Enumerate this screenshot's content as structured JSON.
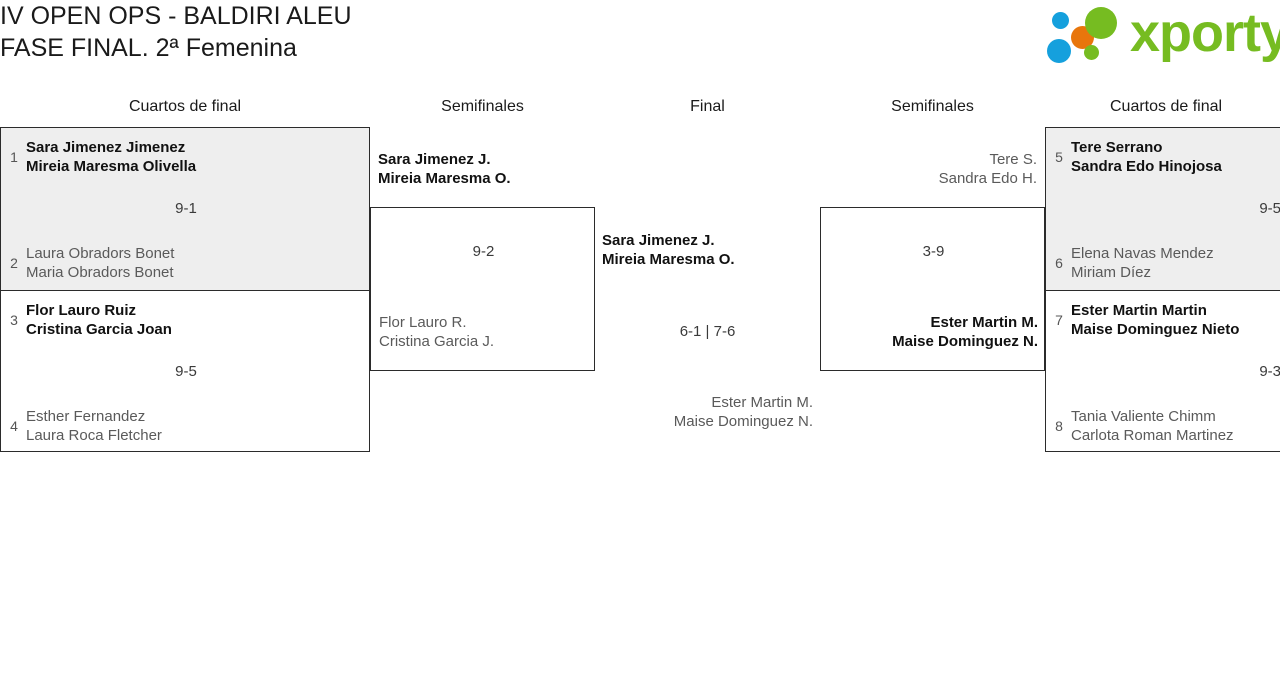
{
  "header": {
    "title": "IV OPEN OPS - BALDIRI ALEU\nFASE FINAL. 2ª Femenina",
    "logo_text": "xporty",
    "logo_colors": {
      "green": "#76bc21",
      "blue": "#15a0dd",
      "orange": "#e8760c"
    }
  },
  "rounds": {
    "qf_left": "Cuartos de final",
    "sf_left": "Semifinales",
    "final": "Final",
    "sf_right": "Semifinales",
    "qf_right": "Cuartos de final"
  },
  "bracket": {
    "qf_left": [
      {
        "seed_top": "1",
        "top_line1": "Sara Jimenez Jimenez",
        "top_line2": "Mireia Maresma Olivella",
        "score": "9-1",
        "seed_bottom": "2",
        "bottom_line1": "Laura Obradors Bonet",
        "bottom_line2": "Maria Obradors Bonet",
        "winner": "top"
      },
      {
        "seed_top": "3",
        "top_line1": "Flor Lauro Ruiz",
        "top_line2": "Cristina Garcia Joan",
        "score": "9-5",
        "seed_bottom": "4",
        "bottom_line1": "Esther Fernandez",
        "bottom_line2": "Laura Roca Fletcher",
        "winner": "top"
      }
    ],
    "sf_left": {
      "top_line1": "Sara Jimenez J.",
      "top_line2": "Mireia Maresma O.",
      "score": "9-2",
      "bottom_line1": "Flor Lauro R.",
      "bottom_line2": "Cristina Garcia J.",
      "winner": "top"
    },
    "final": {
      "top_line1": "Sara Jimenez J.",
      "top_line2": "Mireia Maresma O.",
      "score": "6-1 | 7-6",
      "bottom_line1": "Ester Martin M.",
      "bottom_line2": "Maise Dominguez N.",
      "winner": "top"
    },
    "sf_right": {
      "top_line1": "Tere S.",
      "top_line2": "Sandra Edo H.",
      "score": "3-9",
      "bottom_line1": "Ester Martin M.",
      "bottom_line2": "Maise Dominguez N.",
      "winner": "bottom"
    },
    "qf_right": [
      {
        "seed_top": "5",
        "top_line1": "Tere Serrano",
        "top_line2": "Sandra Edo Hinojosa",
        "score": "9-5",
        "seed_bottom": "6",
        "bottom_line1": "Elena Navas Mendez",
        "bottom_line2": "Miriam Díez",
        "winner": "top"
      },
      {
        "seed_top": "7",
        "top_line1": "Ester Martin Martin",
        "top_line2": "Maise Dominguez Nieto",
        "score": "9-3",
        "seed_bottom": "8",
        "bottom_line1": "Tania Valiente Chimm",
        "bottom_line2": "Carlota Roman Martinez",
        "winner": "top"
      }
    ]
  }
}
